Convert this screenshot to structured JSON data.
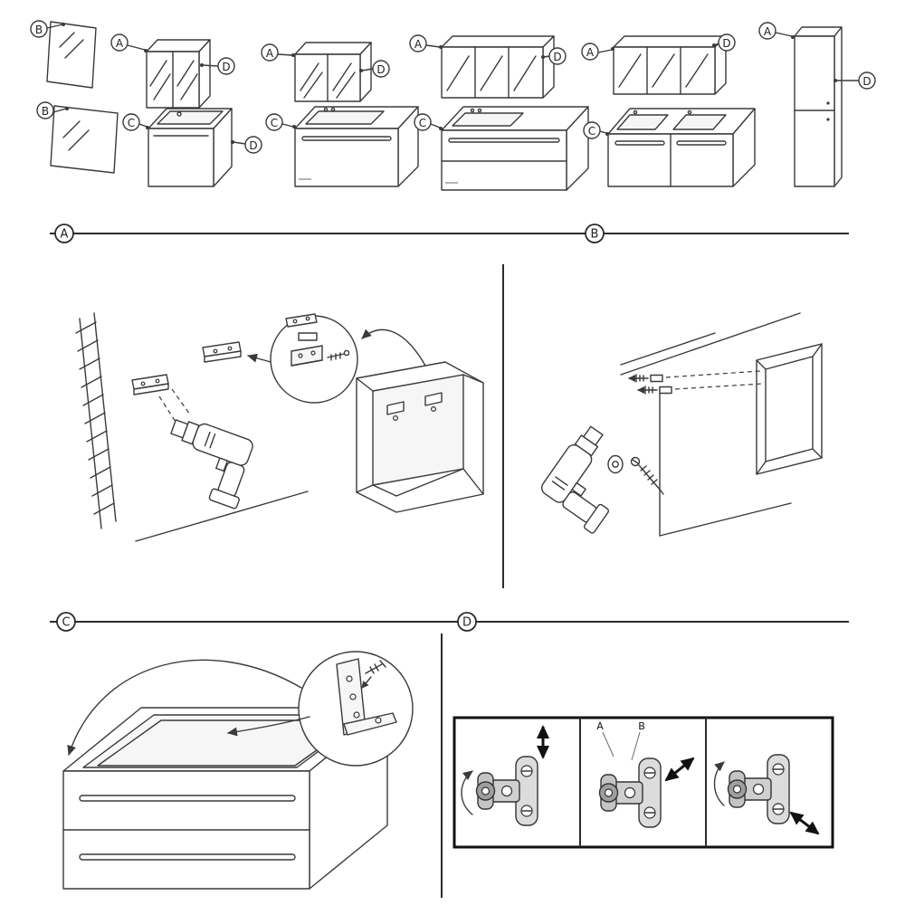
{
  "callouts": {
    "A": "A",
    "B": "B",
    "C": "C",
    "D": "D"
  },
  "dividers": {
    "ab": {
      "left_label": "A",
      "right_label": "B"
    },
    "cd": {
      "left_label": "C",
      "right_label": "D"
    }
  },
  "hinge_diagram": {
    "label_a": "A",
    "label_b": "B"
  },
  "colors": {
    "line": "#3a3a3a",
    "paper": "#ffffff",
    "hinge_fill": "#dcdcdc"
  }
}
